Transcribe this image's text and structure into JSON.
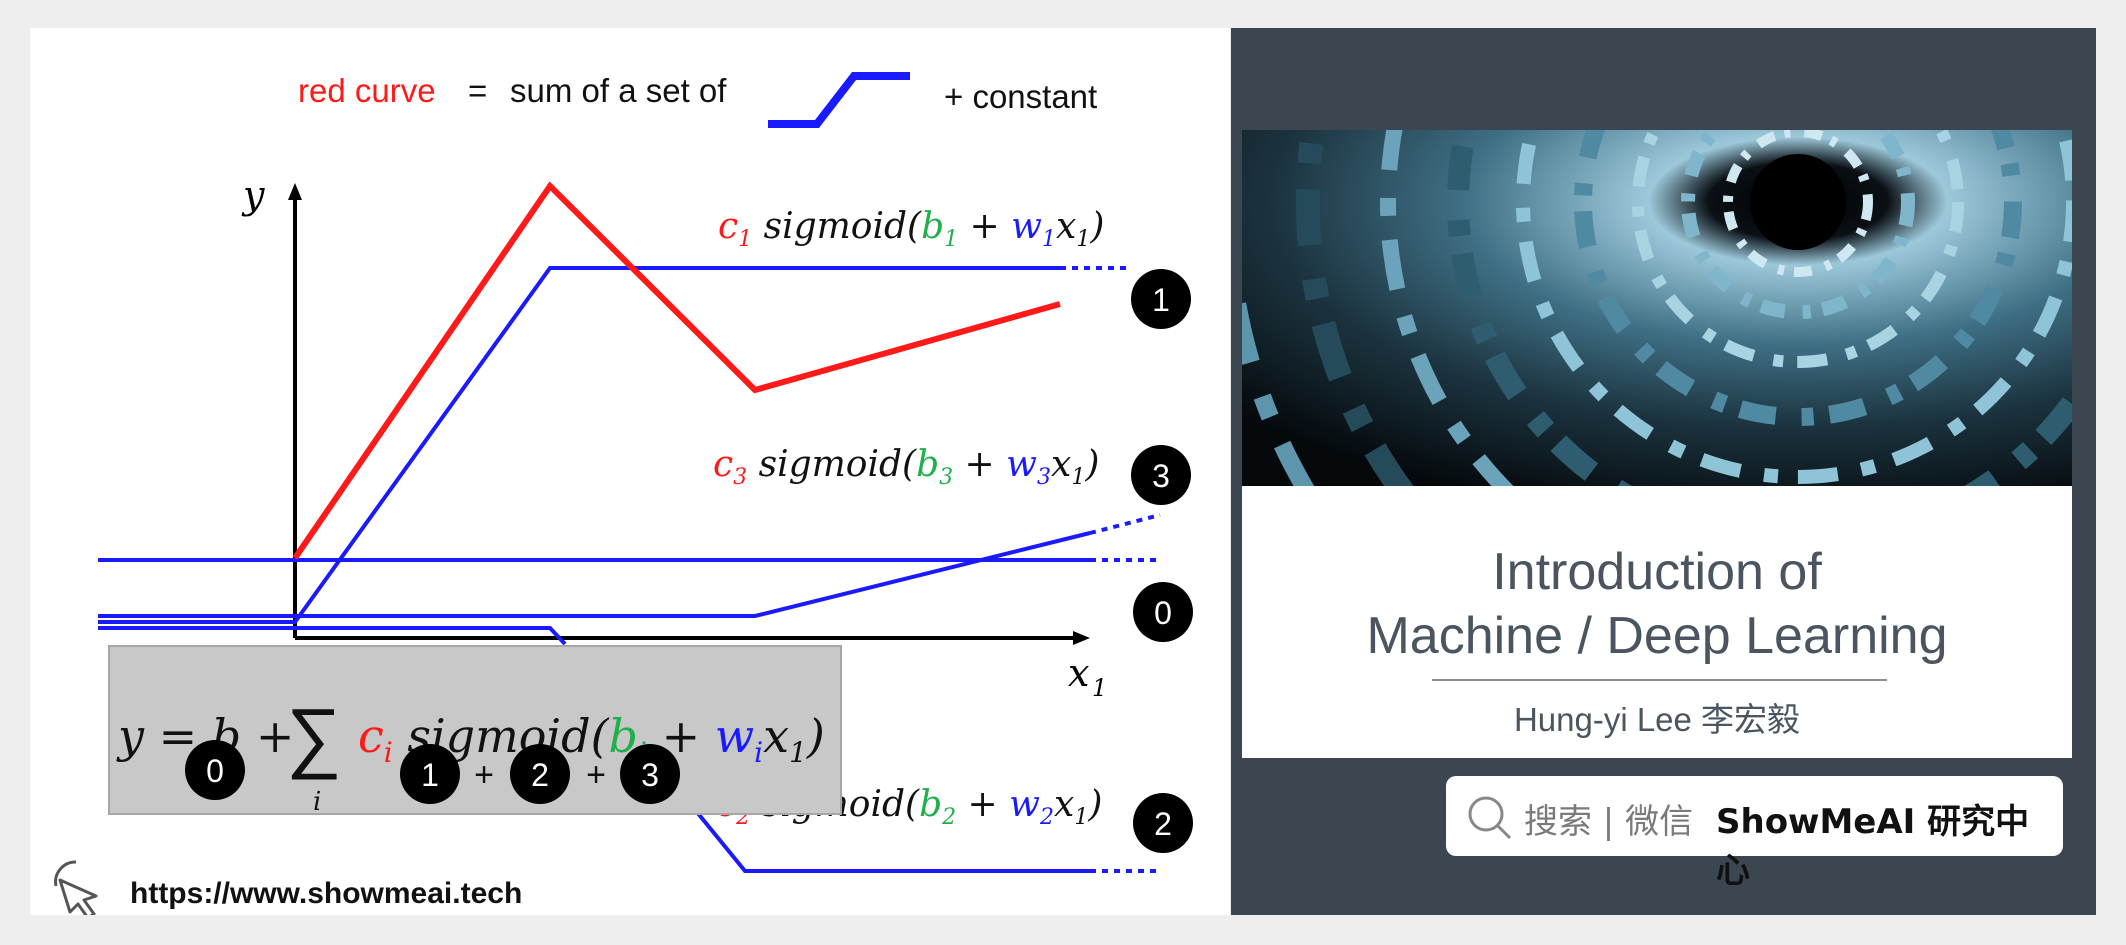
{
  "header": {
    "red_label": "red curve",
    "equals": "=",
    "sum_text": "sum of a set of",
    "constant_text": "+ constant"
  },
  "axes": {
    "y_label": "y",
    "x_label": "x",
    "x_sub": "1"
  },
  "terms": [
    {
      "index": "1",
      "badge": "1"
    },
    {
      "index": "3",
      "badge": "3"
    },
    {
      "index": "2",
      "badge": "2"
    }
  ],
  "zero_badge": "0",
  "formula": {
    "lhs": "y = b + ",
    "sum_symbol": "∑",
    "sum_index": "i",
    "c": "c",
    "sigmoid": " sigmoid(",
    "b": "b",
    "plus": " + ",
    "w": "w",
    "x": "x",
    "x_sub": "1",
    "close": ")",
    "i_sub": "i",
    "badge_zero": "0",
    "badge_1": "1",
    "badge_2": "2",
    "badge_3": "3",
    "plus_sign": "+"
  },
  "term_text": {
    "c": "c",
    "sigmoid": " sigmoid(",
    "b": "b",
    "plus": " + ",
    "w": "w",
    "x": "x",
    "x_sub": "1",
    "close": ")"
  },
  "footer": {
    "url": "https://www.showmeai.tech"
  },
  "cover": {
    "title_line_1": "Introduction of",
    "title_line_2": "Machine / Deep Learning",
    "author": "Hung-yi Lee 李宏毅"
  },
  "search": {
    "hint": "搜索 | 微信",
    "brand": "ShowMeAI 研究中心"
  },
  "colors": {
    "red": "#ff1a1a",
    "blue": "#1a1aff",
    "green": "#1fb04a",
    "panel": "#3b4650",
    "formula_box": "#c8c8c8"
  }
}
